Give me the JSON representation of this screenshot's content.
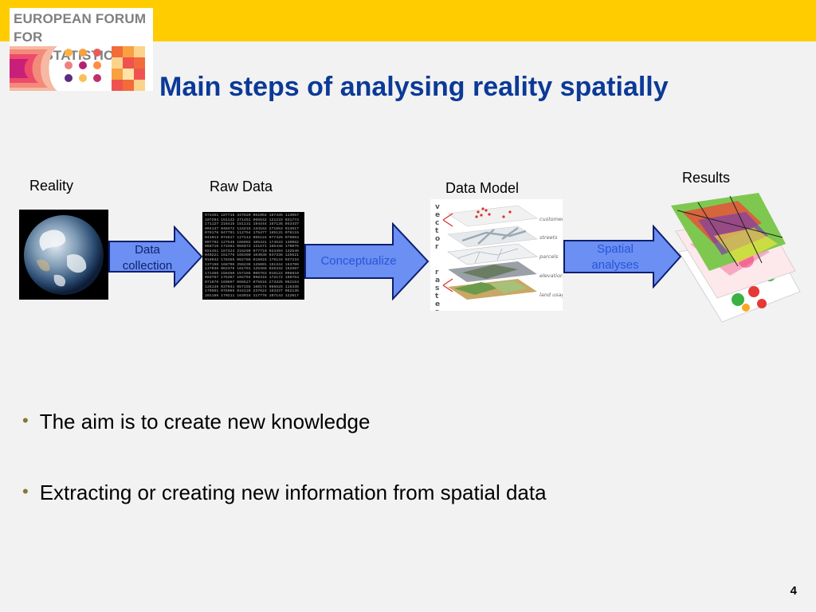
{
  "header": {
    "logo_line1": "EUROPEAN FORUM",
    "logo_line2": "FOR GEOSTATISTICS"
  },
  "slide": {
    "title": "Main steps of analysing reality spatially",
    "page_number": "4"
  },
  "diagram": {
    "steps": {
      "reality": "Reality",
      "raw_data": "Raw Data",
      "data_model": "Data Model",
      "results": "Results"
    },
    "arrows": {
      "collection_line1": "Data",
      "collection_line2": "collection",
      "conceptualize": "Conceptualize",
      "spatial_line1": "Spatial",
      "spatial_line2": "analyses"
    },
    "data_model": {
      "vector_label": "vector",
      "raster_label": "raster",
      "layers": [
        "customers",
        "streets",
        "parcels",
        "elevation",
        "land usage"
      ]
    },
    "raw_numbers": "072451 187715 347620 061064 157435 113057 107294 151132 271451 065542 121233 031774 171127 216415 151131 194444 167135 043437 004137 048472 124215 134162 271553 013517 076176 047791 112754 175477 165131 076115 041013 074617 127113 065124 077425 075064 007702 127545 166092 105341 174533 130082 066716 173461 055072 121571 165446 170075 024451 167424 216290 077710 024494 132546 040221 151776 165390 104038 047336 125521 016042 178355 062786 015015 176134 037234 137156 168796 256236 125001 151344 163706 137935 062376 161791 125466 026332 152587 171466 158450 157155 005763 016122 098810 003767 175367 104794 098416 172172 150753 071076 160897 066527 075615 273325 052153 126135 037041 057155 160174 086525 116335 170501 076065 044126 237624 163337 052136 201166 170211 163015 117776 107143 122017 073011 153241"
  },
  "bullets": [
    "The aim is to create new knowledge",
    "Extracting or creating new information from spatial data"
  ],
  "colors": {
    "top_bar": "#ffcc00",
    "title": "#0b3a97",
    "arrow_fill": "#6b8ff2",
    "arrow_stroke": "#0e1f70",
    "arrow_text": "#2a55d8",
    "bullet": "#8a7331"
  }
}
